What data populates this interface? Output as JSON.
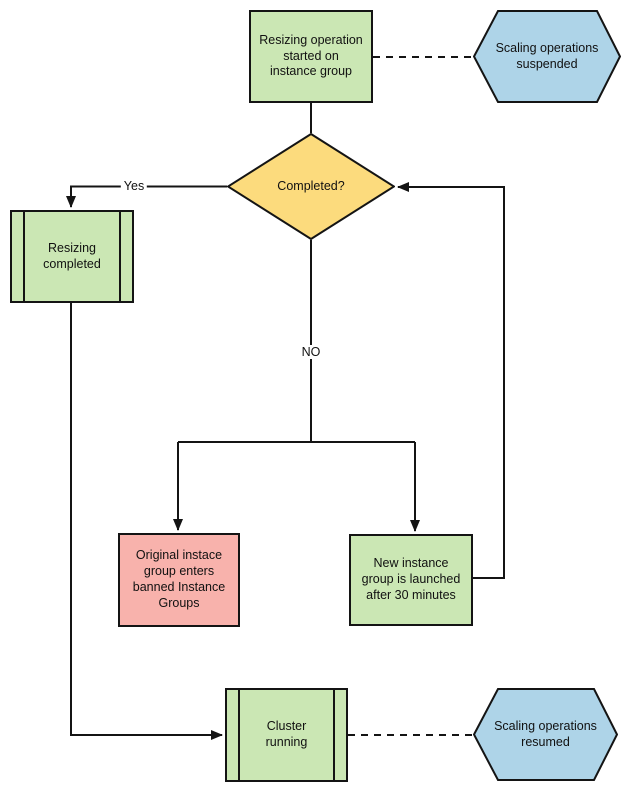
{
  "colors": {
    "green": "#cbe7b4",
    "yellow": "#fcdb7d",
    "blue": "#aed4e8",
    "pink": "#f8b2ac",
    "line": "#141414",
    "bg": "#ffffff"
  },
  "nodes": {
    "start": {
      "type": "process",
      "label": "Resizing operation\nstarted on\ninstance group"
    },
    "suspended": {
      "type": "terminal-hexagon",
      "label": "Scaling operations\nsuspended"
    },
    "completed": {
      "type": "decision",
      "label": "Completed?"
    },
    "resizing_done": {
      "type": "predefined-process",
      "label": "Resizing\ncompleted"
    },
    "banned": {
      "type": "process",
      "label": "Original instace\ngroup enters\nbanned Instance\nGroups"
    },
    "new_instance": {
      "type": "process",
      "label": "New instance\ngroup is launched\nafter 30 minutes"
    },
    "cluster": {
      "type": "predefined-process",
      "label": "Cluster\nrunning"
    },
    "resumed": {
      "type": "terminal-hexagon",
      "label": "Scaling operations\nresumed"
    }
  },
  "edges": {
    "yes_label": "Yes",
    "no_label": "NO"
  }
}
